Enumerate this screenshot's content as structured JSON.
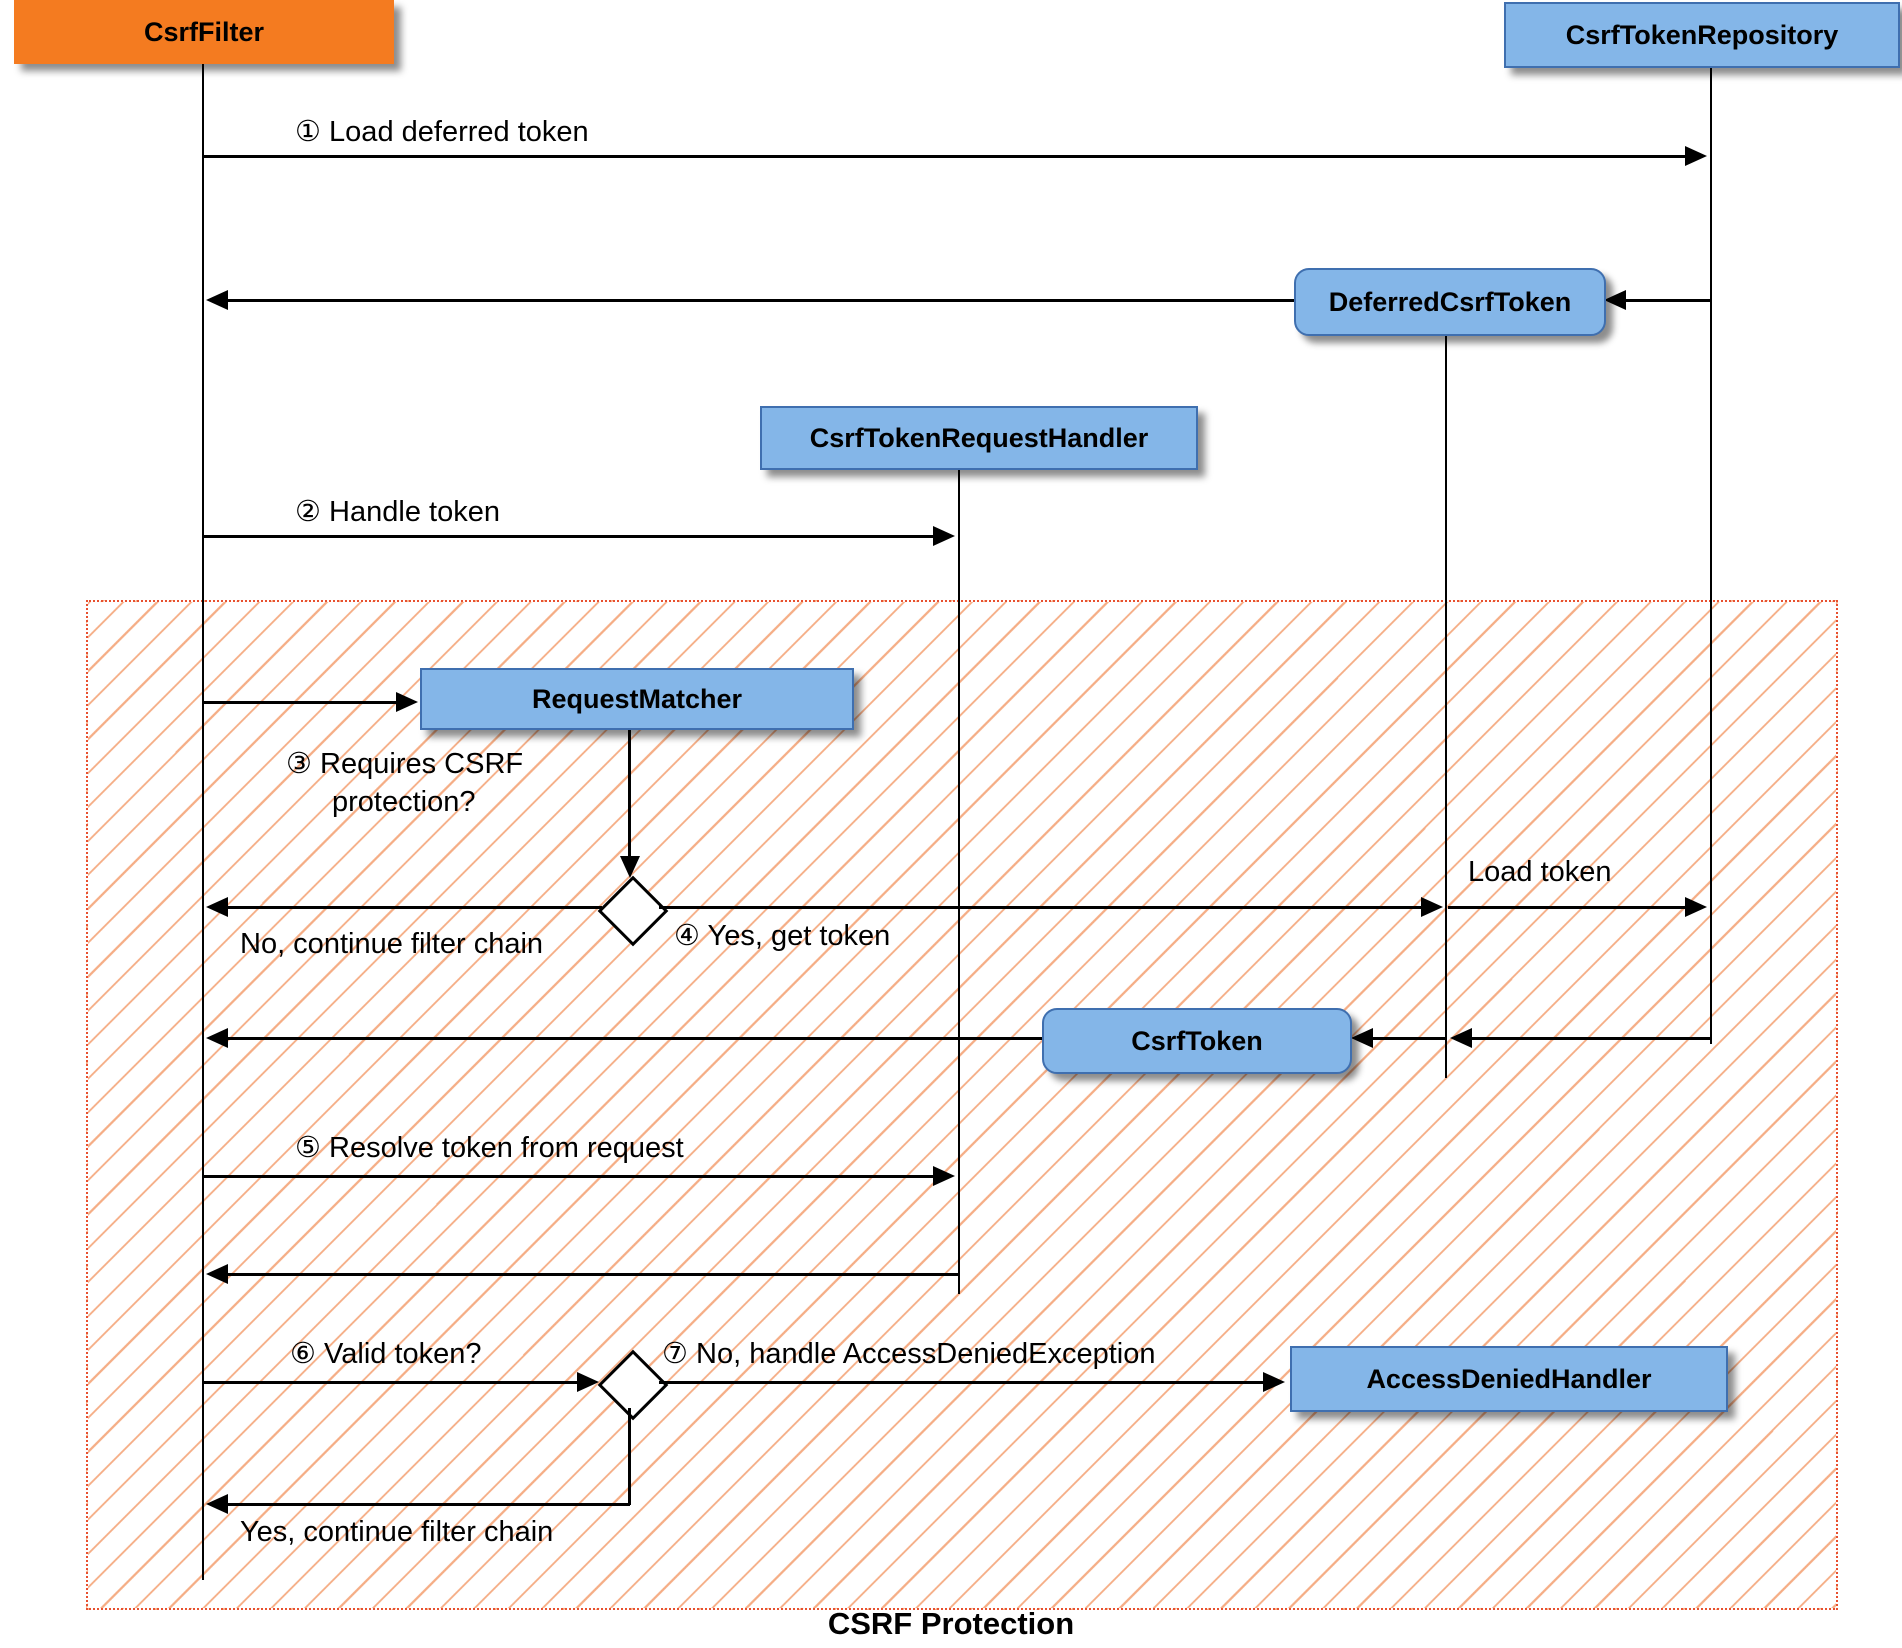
{
  "diagram": {
    "title": "CSRF Protection",
    "actors": {
      "csrf_filter": "CsrfFilter",
      "csrf_token_repository": "CsrfTokenRepository"
    },
    "objects": {
      "deferred_csrf_token": "DeferredCsrfToken",
      "csrf_token_request_handler": "CsrfTokenRequestHandler",
      "request_matcher": "RequestMatcher",
      "csrf_token": "CsrfToken",
      "access_denied_handler": "AccessDeniedHandler"
    },
    "messages": {
      "load_deferred_token": "① Load deferred token",
      "handle_token": "② Handle token",
      "requires_csrf_protection": "③ Requires CSRF protection?",
      "no_continue_filter_chain": "No, continue filter chain",
      "yes_get_token": "④ Yes, get token",
      "load_token": "Load token",
      "resolve_token_from_request": "⑤ Resolve token from request",
      "valid_token": "⑥ Valid token?",
      "no_handle_access_denied": "⑦ No, handle AccessDeniedException",
      "yes_continue_filter_chain": "Yes, continue filter chain"
    },
    "colors": {
      "actor_orange": "#F47B20",
      "object_blue": "#84B6E8",
      "object_border_blue": "#3F6FAF",
      "hatch_stripe": "#F5AD85",
      "hatch_border": "#E8502F"
    }
  }
}
